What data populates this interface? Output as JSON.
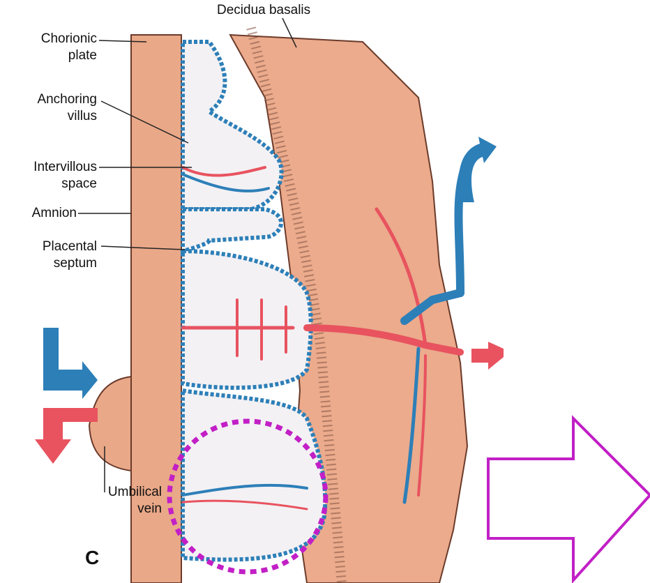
{
  "labels": {
    "decidua_basalis": "Decidua basalis",
    "chorionic_plate": [
      "Chorionic",
      "plate"
    ],
    "anchoring_villus": [
      "Anchoring",
      "villus"
    ],
    "intervillous_space": [
      "Intervillous",
      "space"
    ],
    "amnion": "Amnion",
    "placental_septum": [
      "Placental",
      "septum"
    ],
    "umbilical_vein": [
      "Umbilical",
      "vein"
    ],
    "panel_letter": "C"
  },
  "colors": {
    "tissue": "#e9a888",
    "decidua": "#ebab8c",
    "artery": "#e8535f",
    "vein": "#2d7fb8",
    "space": "#f3f1f4",
    "highlight": "#c21fc6"
  }
}
